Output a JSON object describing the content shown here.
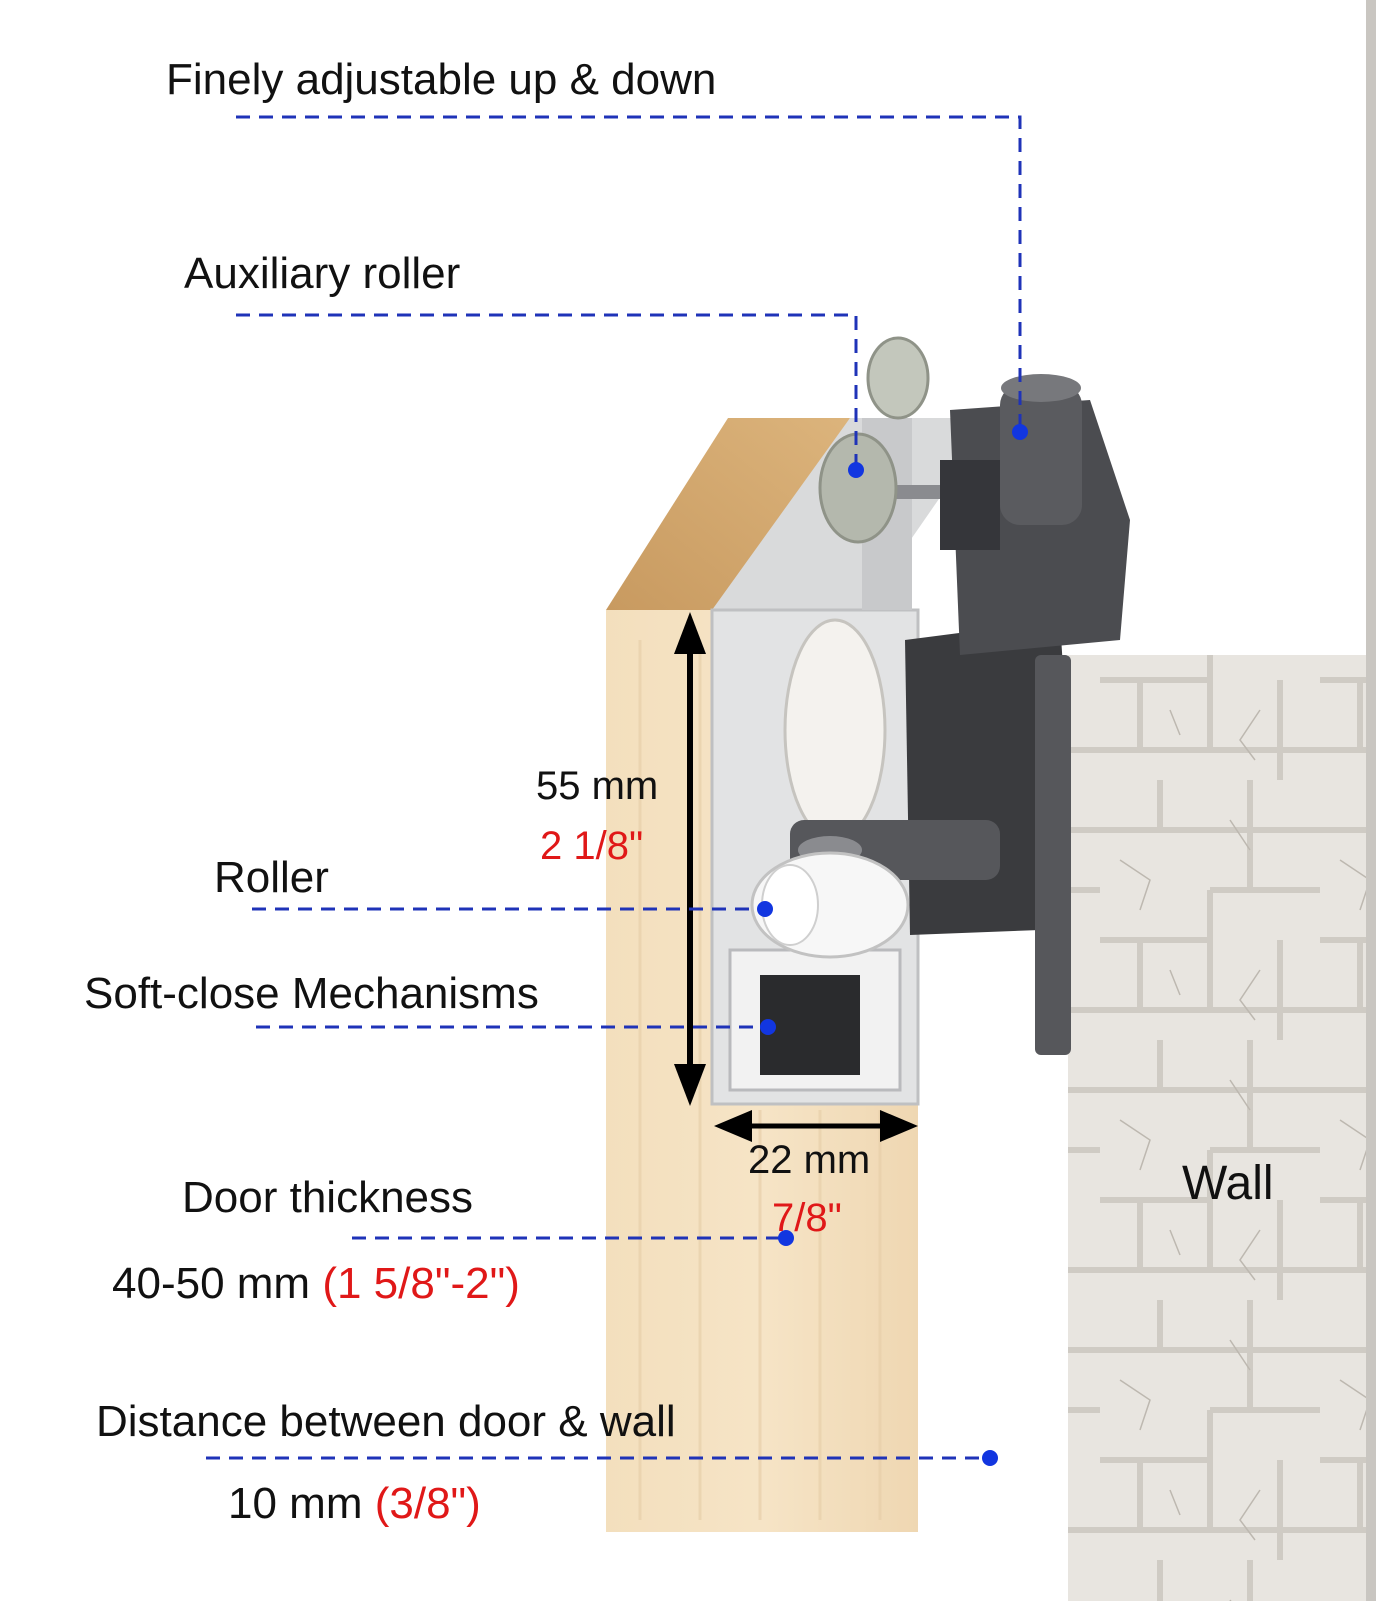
{
  "labels": {
    "adjustable": "Finely adjustable up & down",
    "auxiliary_roller": "Auxiliary roller",
    "roller": "Roller",
    "soft_close": "Soft-close Mechanisms",
    "door_thickness_title": "Door thickness",
    "door_thickness_value": "40-50 mm",
    "door_thickness_imperial": "(1 5/8\"-2\")",
    "distance_title": "Distance between door & wall",
    "distance_value": "10 mm",
    "distance_imperial": "(3/8\")",
    "wall": "Wall"
  },
  "dimensions": {
    "height_mm": "55 mm",
    "height_in": "2 1/8\"",
    "width_mm": "22 mm",
    "width_in": "7/8\""
  },
  "colors": {
    "leader_line": "#1f33b8",
    "callout_dot": "#1236e0",
    "imperial_text": "#e01818",
    "wood": "#f2dcb9",
    "wall": "#e9e6e1"
  }
}
